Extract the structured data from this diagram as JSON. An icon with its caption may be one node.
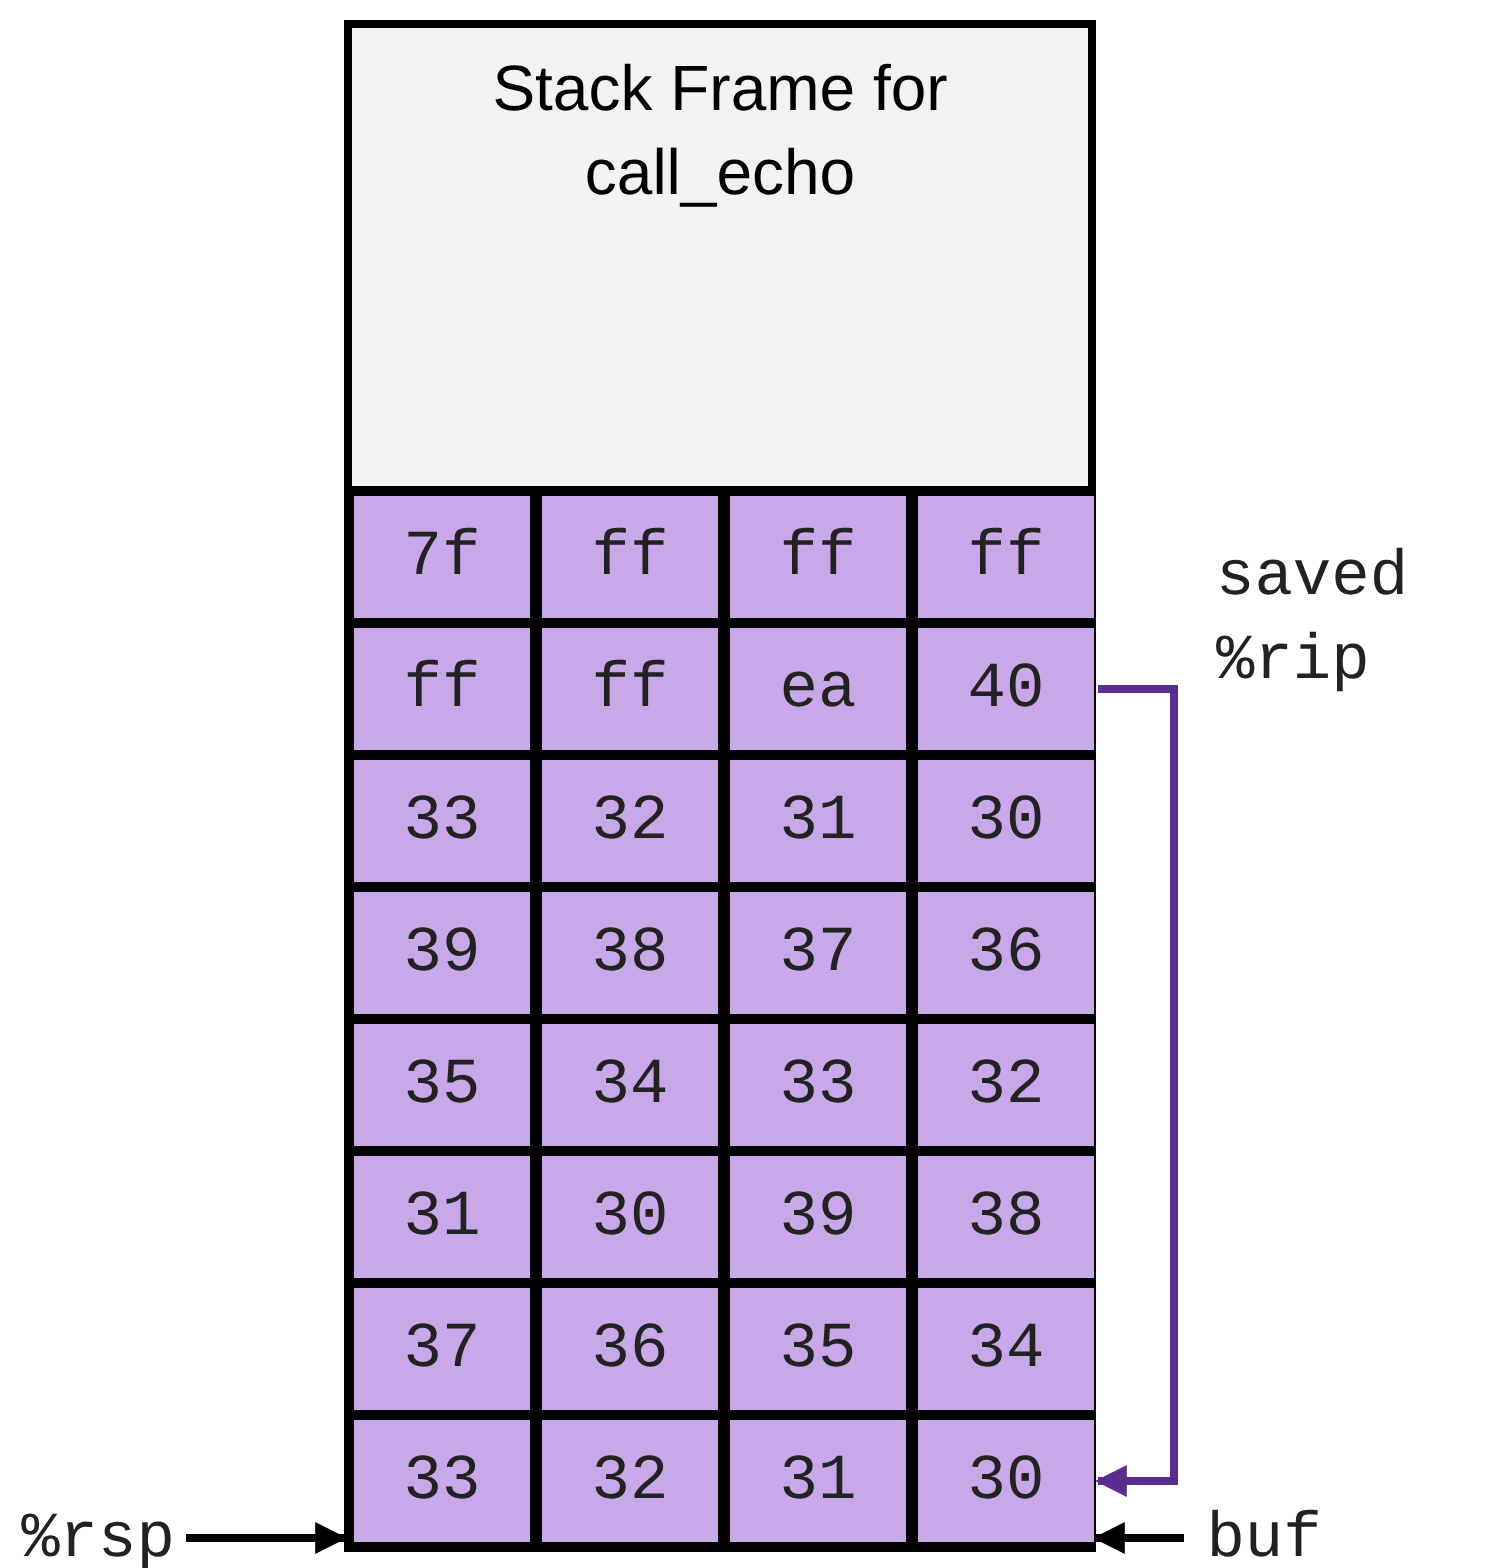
{
  "diagram": {
    "nodes": [
      {
        "text": [
          "Stack Frame for call_echo"
        ]
      },
      {
        "text": [
          "7f"
        ]
      },
      {
        "text": [
          "ff"
        ]
      },
      {
        "text": [
          "ff"
        ]
      },
      {
        "text": [
          "ff"
        ]
      },
      {
        "text": [
          "ff"
        ]
      },
      {
        "text": [
          "ff"
        ]
      },
      {
        "text": [
          "ea"
        ]
      },
      {
        "text": [
          "40"
        ]
      },
      {
        "text": [
          "33"
        ]
      },
      {
        "text": [
          "32"
        ]
      },
      {
        "text": [
          "31"
        ]
      },
      {
        "text": [
          "30"
        ]
      },
      {
        "text": [
          "39"
        ]
      },
      {
        "text": [
          "38"
        ]
      },
      {
        "text": [
          "37"
        ]
      },
      {
        "text": [
          "36"
        ]
      },
      {
        "text": [
          "35"
        ]
      },
      {
        "text": [
          "34"
        ]
      },
      {
        "text": [
          "33"
        ]
      },
      {
        "text": [
          "32"
        ]
      },
      {
        "text": [
          "31"
        ]
      },
      {
        "text": [
          "30"
        ]
      },
      {
        "text": [
          "39"
        ]
      },
      {
        "text": [
          "38"
        ]
      },
      {
        "text": [
          "37"
        ]
      },
      {
        "text": [
          "36"
        ]
      },
      {
        "text": [
          "35"
        ]
      },
      {
        "text": [
          "34"
        ]
      },
      {
        "text": [
          "33"
        ]
      },
      {
        "text": [
          "32"
        ]
      },
      {
        "text": [
          "31"
        ]
      },
      {
        "text": [
          "30"
        ]
      },
      {
        "text": [
          "%rsp"
        ]
      },
      {
        "text": [
          "buf"
        ]
      }
    ],
    "edges": [
      {
        "from": 33,
        "to": 29,
        "arrow": "to"
      },
      {
        "from": 34,
        "to": 32,
        "arrow": "to"
      },
      {
        "from": 8,
        "to": 32,
        "arrow": "to",
        "color": "#5b2c8f"
      }
    ],
    "labels": [
      "saved %rip"
    ]
  }
}
